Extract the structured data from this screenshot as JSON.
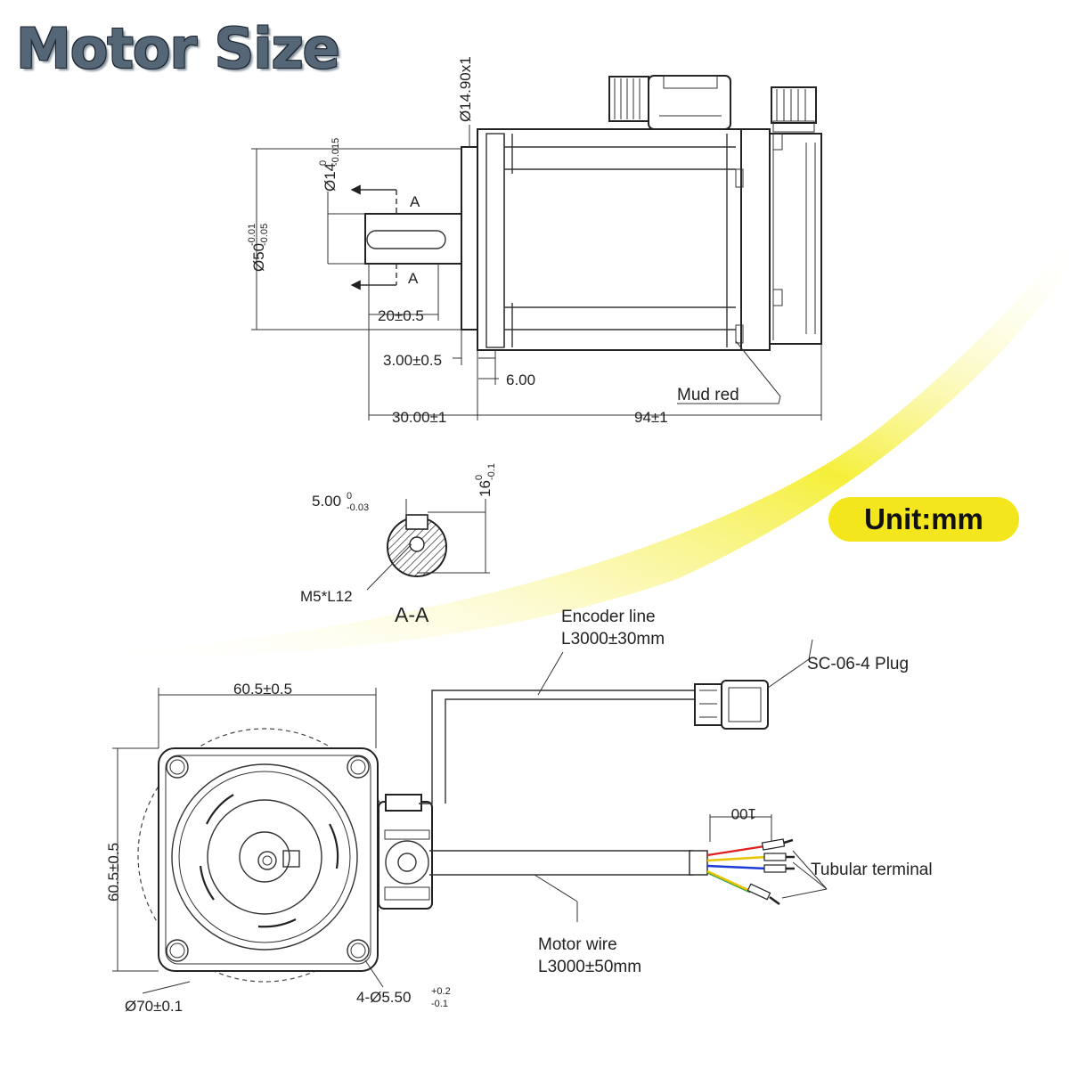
{
  "title": "Motor Size",
  "unit_badge": "Unit:mm",
  "colors": {
    "title": "#556677",
    "badge": "#f4e61c",
    "gradient": "#f5ef3a",
    "wire_red": "#e02020",
    "wire_yellow": "#e8c400",
    "wire_blue": "#1c3bd6",
    "wire_green": "#2e9a2e"
  },
  "side_view": {
    "d_flange": "Ø14.90x1",
    "d_shaft_base": "Ø14",
    "d_shaft_sup": "0",
    "d_shaft_sub": "-0.015",
    "d_spigot_base": "Ø50",
    "d_spigot_sup": "-0.01",
    "d_spigot_sub": "-0.05",
    "section_mark_top": "A",
    "section_mark_bottom": "A",
    "key_length": "20±0.5",
    "key_offset": "3.00±0.5",
    "flange_thickness": "6.00",
    "shaft_length": "30.00±1",
    "body_length": "94±1",
    "mud_red": "Mud red"
  },
  "section_view": {
    "key_width_base": "5.00",
    "key_width_sup": "0",
    "key_width_sub": "-0.03",
    "key_height_base": "16",
    "key_height_sup": "0",
    "key_height_sub": "-0.1",
    "thread": "M5*L12",
    "section_title": "A-A"
  },
  "front_view": {
    "width": "60.5±0.5",
    "height": "60.5±0.5",
    "bolt_circle": "Ø70±0.1",
    "holes_base": "4-Ø5.50",
    "holes_sup": "+0.2",
    "holes_sub": "-0.1",
    "encoder_line": "Encoder line",
    "encoder_length": "L3000±30mm",
    "plug": "SC-06-4 Plug",
    "strip_length": "100",
    "tubular_terminal": "Tubular terminal",
    "motor_wire": "Motor wire",
    "motor_wire_length": "L3000±50mm"
  }
}
